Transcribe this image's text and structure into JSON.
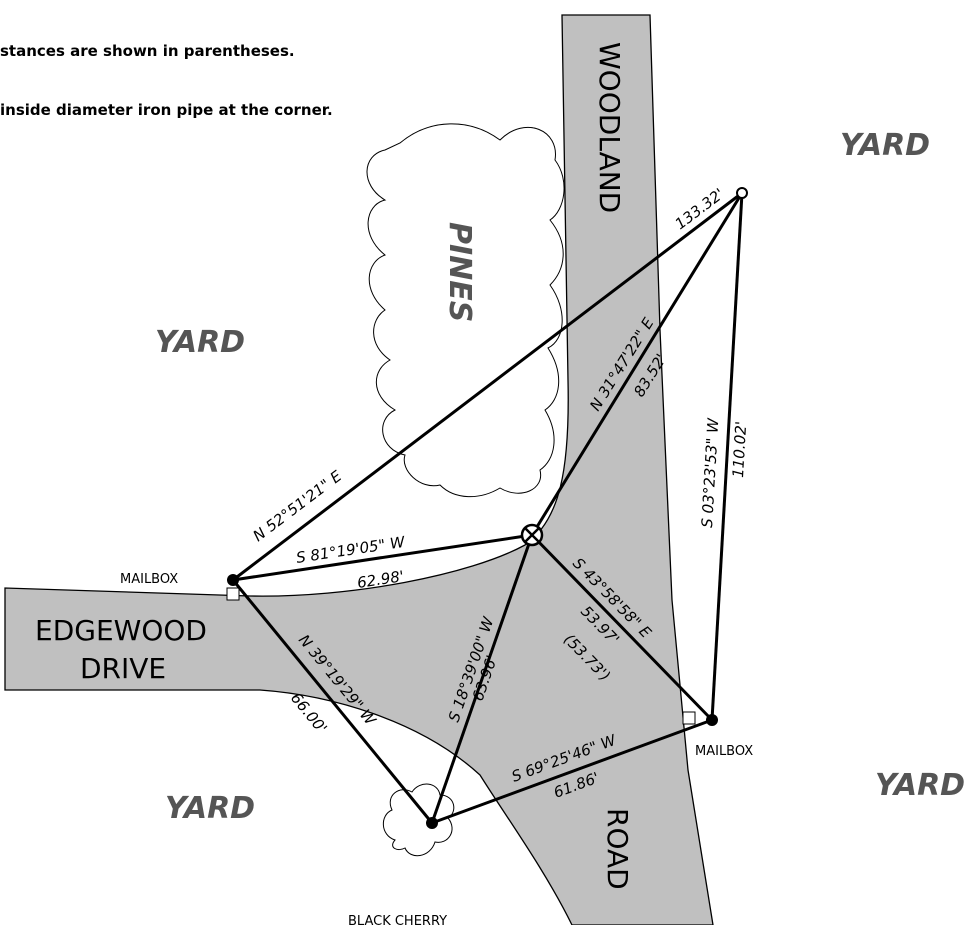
{
  "notes": {
    "line1": "stances are shown in parentheses.",
    "line2": "inside diameter iron pipe at the corner."
  },
  "areas": {
    "yard_top_right": "YARD",
    "yard_left": "YARD",
    "yard_bottom_left": "YARD",
    "yard_bottom_right": "YARD",
    "pines": "PINES"
  },
  "streets": {
    "woodland": "WOODLAND",
    "road": "ROAD",
    "edgewood_line1": "EDGEWOOD",
    "edgewood_line2": "DRIVE"
  },
  "labels": {
    "mailbox_left": "MAILBOX",
    "mailbox_right": "MAILBOX",
    "black_cherry": "BLACK CHERRY"
  },
  "lines": {
    "long_diag_bearing": "N 52°51'21\" E",
    "long_diag_distance": "133.32'",
    "short_left_bearing": "S 81°19'05\" W",
    "short_left_distance": "62.98'",
    "corner_to_top_bearing": "N 31°47'22\" E",
    "corner_to_top_distance": "83.52'",
    "right_side_bearing": "S 03°23'53\" W",
    "right_side_distance": "110.02'",
    "corner_to_right_bearing": "S 43°58'58\" E",
    "corner_to_right_distance": "53.97'",
    "corner_to_right_alt_distance": "(53.73')",
    "left_to_bottom_bearing": "N 39°19'29\" W",
    "left_to_bottom_distance": "66.00'",
    "corner_to_bottom_bearing": "S 18°39'00\" W",
    "corner_to_bottom_distance": "63.96'",
    "bottom_to_right_bearing": "S 69°25'46\" W",
    "bottom_to_right_distance": "61.86'"
  },
  "colors": {
    "road_fill": "#c0c0c0",
    "yard_text": "#555555",
    "line": "#000000"
  }
}
